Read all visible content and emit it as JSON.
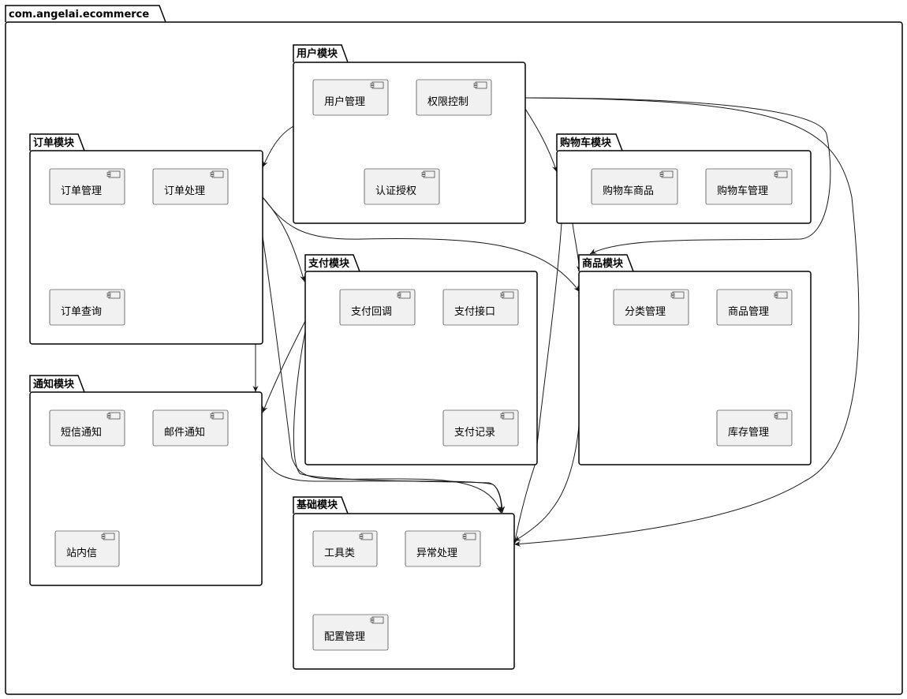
{
  "root": {
    "label": "com.angelai.ecommerce"
  },
  "packages": {
    "user": {
      "label": "用户模块",
      "components": [
        "用户管理",
        "权限控制",
        "认证授权"
      ]
    },
    "order": {
      "label": "订单模块",
      "components": [
        "订单管理",
        "订单处理",
        "订单查询"
      ]
    },
    "cart": {
      "label": "购物车模块",
      "components": [
        "购物车商品",
        "购物车管理"
      ]
    },
    "payment": {
      "label": "支付模块",
      "components": [
        "支付回调",
        "支付接口",
        "支付记录"
      ]
    },
    "product": {
      "label": "商品模块",
      "components": [
        "分类管理",
        "商品管理",
        "库存管理"
      ]
    },
    "notify": {
      "label": "通知模块",
      "components": [
        "短信通知",
        "邮件通知",
        "站内信"
      ]
    },
    "base": {
      "label": "基础模块",
      "components": [
        "工具类",
        "异常处理",
        "配置管理"
      ]
    }
  },
  "dependencies": [
    {
      "from": "用户模块",
      "to": "订单模块"
    },
    {
      "from": "用户模块",
      "to": "购物车模块"
    },
    {
      "from": "用户模块",
      "to": "商品模块"
    },
    {
      "from": "用户模块",
      "to": "基础模块"
    },
    {
      "from": "订单模块",
      "to": "支付模块"
    },
    {
      "from": "订单模块",
      "to": "商品模块"
    },
    {
      "from": "订单模块",
      "to": "通知模块"
    },
    {
      "from": "订单模块",
      "to": "基础模块"
    },
    {
      "from": "购物车模块",
      "to": "商品模块"
    },
    {
      "from": "购物车模块",
      "to": "基础模块"
    },
    {
      "from": "支付模块",
      "to": "通知模块"
    },
    {
      "from": "支付模块",
      "to": "基础模块"
    },
    {
      "from": "商品模块",
      "to": "基础模块"
    },
    {
      "from": "通知模块",
      "to": "基础模块"
    }
  ]
}
